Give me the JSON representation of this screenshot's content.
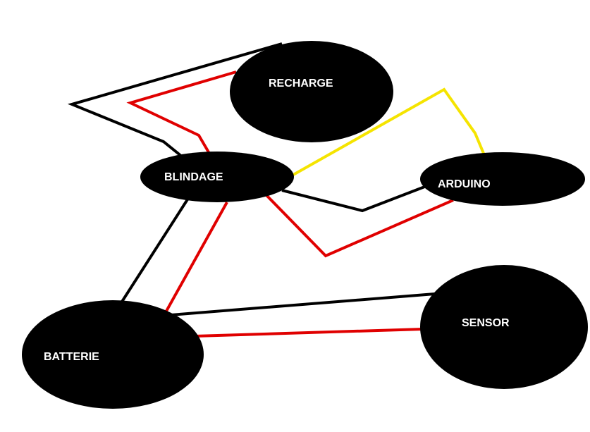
{
  "colors": {
    "background": "#ffffff",
    "node_fill": "#000000",
    "label_text": "#ffffff",
    "wire_black": "#000000",
    "wire_red": "#e00000",
    "wire_yellow": "#f5e400"
  },
  "nodes": {
    "recharge": {
      "label": "RECHARGE"
    },
    "blindage": {
      "label": "BLINDAGE"
    },
    "arduino": {
      "label": "ARDUINO"
    },
    "batterie": {
      "label": "BATTERIE"
    },
    "sensor": {
      "label": "SENSOR"
    }
  },
  "connections": [
    {
      "from": "recharge",
      "to": "blindage",
      "color": "black"
    },
    {
      "from": "recharge",
      "to": "blindage",
      "color": "red"
    },
    {
      "from": "blindage",
      "to": "arduino",
      "color": "yellow"
    },
    {
      "from": "blindage",
      "to": "arduino",
      "color": "black"
    },
    {
      "from": "blindage",
      "to": "arduino",
      "color": "red"
    },
    {
      "from": "blindage",
      "to": "batterie",
      "color": "black"
    },
    {
      "from": "blindage",
      "to": "batterie",
      "color": "red"
    },
    {
      "from": "batterie",
      "to": "sensor",
      "color": "black"
    },
    {
      "from": "batterie",
      "to": "sensor",
      "color": "red"
    }
  ]
}
